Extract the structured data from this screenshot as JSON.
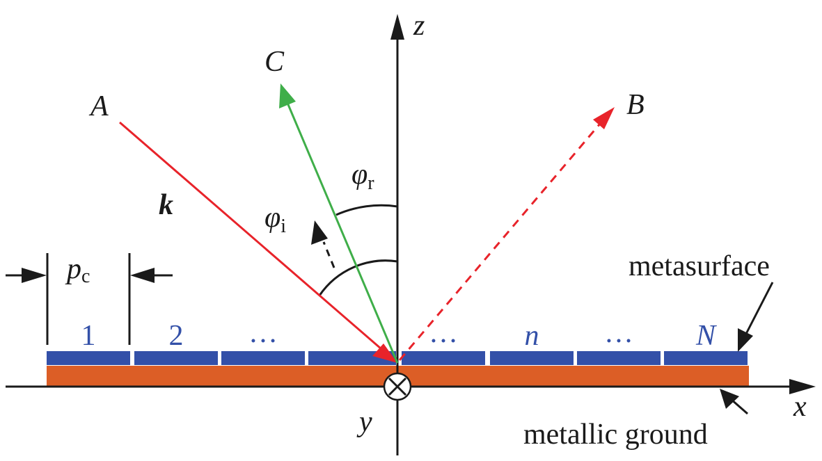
{
  "colors": {
    "incident": "#e8232a",
    "anomalous": "#3fae49",
    "metasurface": "#3350a8",
    "ground": "#dc5e26",
    "axis": "#1a1a1a"
  },
  "axes": {
    "z_label": "z",
    "x_label": "x",
    "y_label": "y",
    "y_symbol": "⊗"
  },
  "rays": {
    "incident_label": "A",
    "specular_label": "B",
    "anomalous_label": "C",
    "wavevector_label": "k"
  },
  "angles": {
    "incident": {
      "symbol": "φ",
      "subscript": "i"
    },
    "reflection": {
      "symbol": "φ",
      "subscript": "r"
    }
  },
  "period": {
    "symbol": "p",
    "subscript": "c"
  },
  "cells": [
    "1",
    "2",
    "…",
    "",
    "…",
    "n",
    "…",
    "N"
  ],
  "labels": {
    "metasurface": "metasurface",
    "ground": "metallic ground"
  }
}
